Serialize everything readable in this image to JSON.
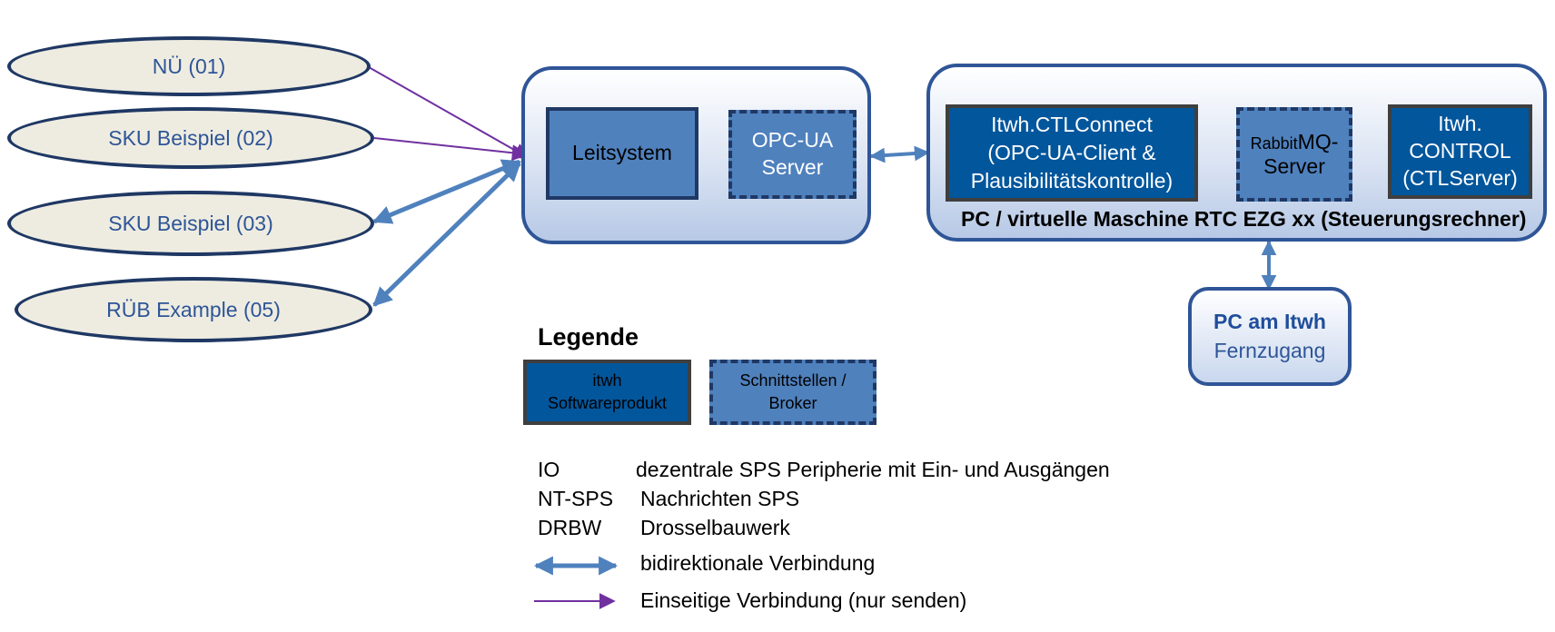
{
  "nodes": {
    "nue": "NÜ (01)",
    "sku02": "SKU Beispiel (02)",
    "sku03": "SKU Beispiel (03)",
    "rueb": "RÜB Example (05)",
    "leitsystem": "Leitsystem",
    "opcua_server": "OPC-UA\nServer",
    "ctlconnect": "Itwh.CTLConnect\n(OPC-UA-Client &\nPlausibilitätskontrolle)",
    "rabbit_prefix": "Rabbit",
    "rabbit_main": "MQ-",
    "rabbit_line2": "Server",
    "control": "Itwh.\nCONTROL\n(CTLServer)",
    "system_label": "PC / virtuelle Maschine RTC EZG xx  (Steuerungsrechner)",
    "pc_title": "PC am Itwh",
    "pc_subtitle": "Fernzugang"
  },
  "legend": {
    "title": "Legende",
    "product_box": "itwh\nSoftwareprodukt",
    "interface_box": "Schnittstellen /\nBroker",
    "abbreviations": [
      {
        "abbr": "IO",
        "desc": "dezentrale SPS Peripherie mit Ein- und Ausgängen"
      },
      {
        "abbr": "NT-SPS",
        "desc": "Nachrichten SPS"
      },
      {
        "abbr": "DRBW",
        "desc": "Drosselbauwerk"
      }
    ],
    "bidirectional": "bidirektionale Verbindung",
    "unidirectional": "Einseitige Verbindung (nur senden)"
  },
  "colors": {
    "pill_fill": "#eeece1",
    "pill_border": "#1f3864",
    "product_fill": "#02569c",
    "interface_fill": "#4f81bd",
    "bidirectional_arrow": "#4f81bd",
    "unidirectional_arrow": "#7030a0"
  }
}
